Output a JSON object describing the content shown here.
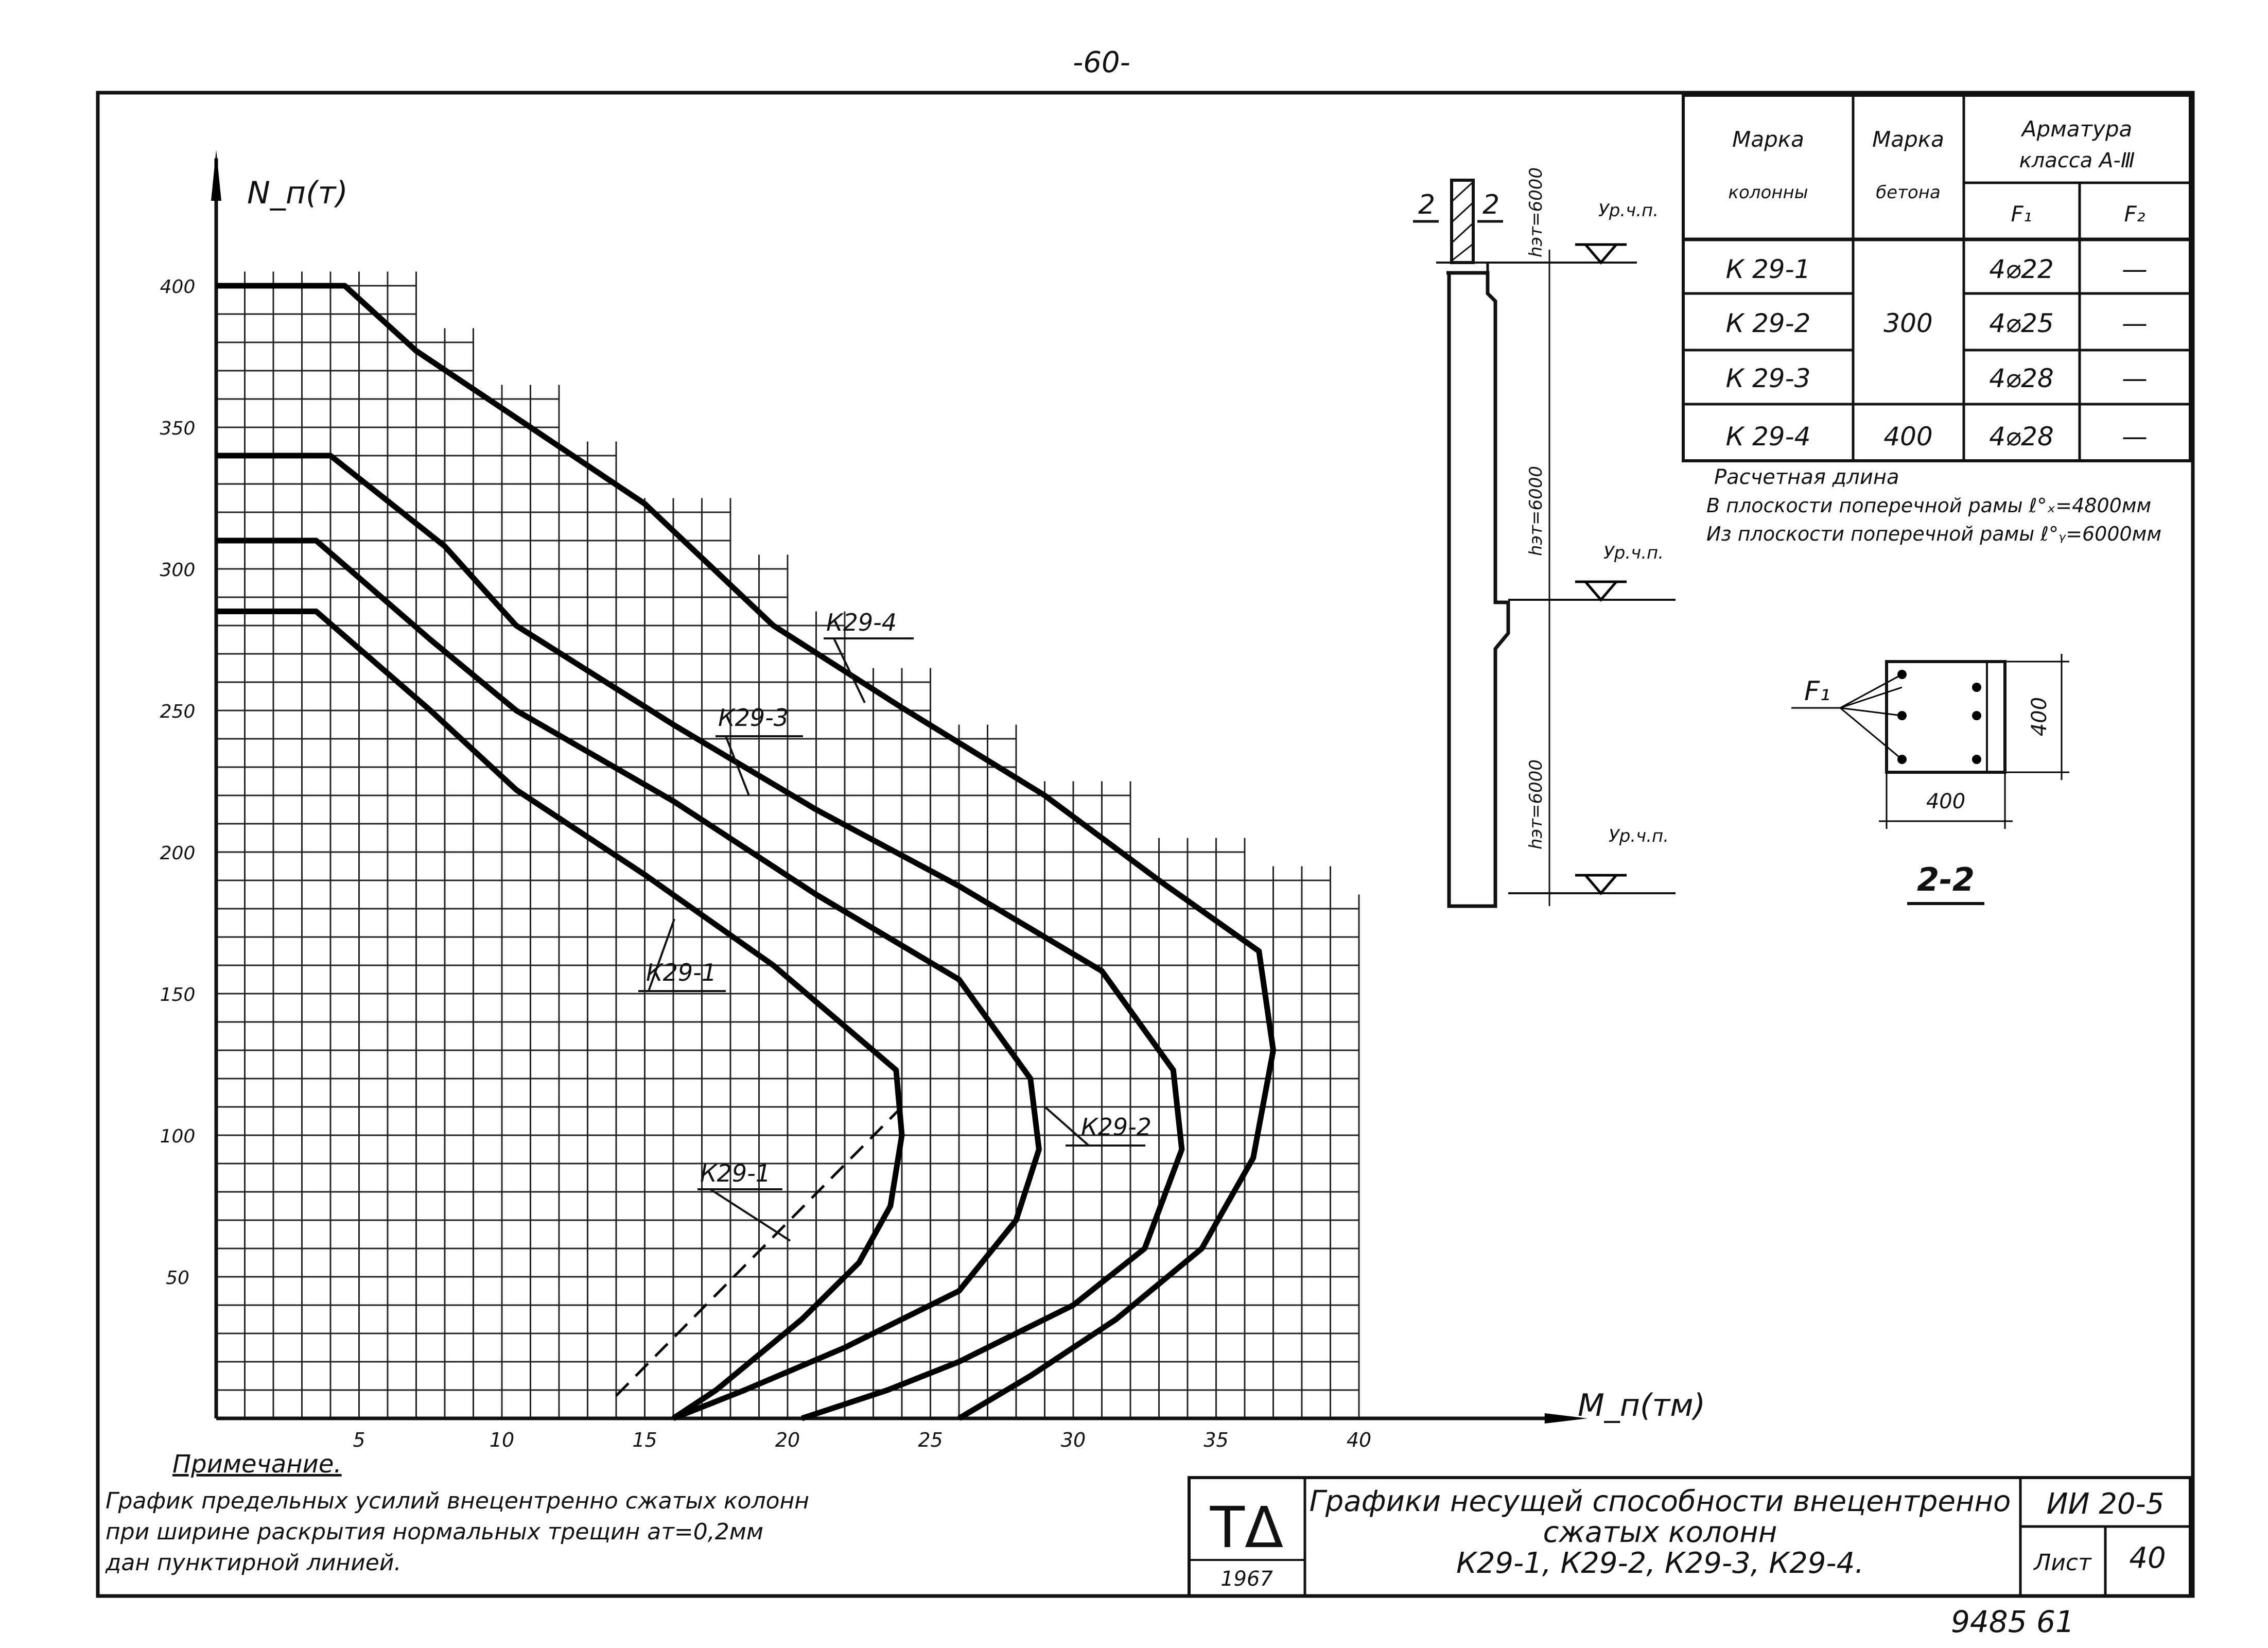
{
  "page_number": "-60-",
  "chart_data": {
    "type": "line",
    "title": "",
    "xlabel": "M_п(тм)",
    "ylabel": "N_п(т)",
    "xlim": [
      0,
      40
    ],
    "ylim": [
      0,
      400
    ],
    "x_ticks": [
      "5",
      "10",
      "15",
      "20",
      "25",
      "30",
      "35",
      "40"
    ],
    "y_ticks": [
      "400",
      "350",
      "300",
      "250",
      "200",
      "150",
      "100",
      "50"
    ],
    "grid": true,
    "series": [
      {
        "name": "К29-4",
        "style": "solid",
        "x": [
          0,
          4.5,
          7,
          11,
          15,
          19.5,
          24,
          29,
          33,
          36.5,
          37,
          36.3,
          34.5,
          31.5,
          28.5,
          26
        ],
        "y": [
          400,
          400,
          377,
          350,
          323,
          280,
          251,
          220,
          190,
          165,
          130,
          92,
          60,
          35,
          15,
          0
        ]
      },
      {
        "name": "К29-3",
        "style": "solid",
        "x": [
          0,
          4,
          8,
          10.5,
          16,
          21,
          26,
          31,
          33.5,
          33.8,
          32.5,
          30,
          26,
          23.5,
          20.5
        ],
        "y": [
          340,
          340,
          308,
          280,
          245,
          215,
          188,
          158,
          123,
          95,
          60,
          40,
          20,
          10,
          0
        ]
      },
      {
        "name": "К29-2",
        "style": "solid",
        "x": [
          0,
          3.5,
          7.5,
          10.5,
          16,
          21,
          26,
          28.5,
          28.8,
          28,
          26,
          22,
          18.5,
          16
        ],
        "y": [
          310,
          310,
          275,
          250,
          218,
          185,
          155,
          120,
          95,
          70,
          45,
          25,
          10,
          0
        ]
      },
      {
        "name": "К29-1",
        "style": "solid",
        "x": [
          0,
          3.5,
          7.5,
          10.5,
          15,
          19.5,
          23.8,
          24,
          23.6,
          22.5,
          20.5,
          17.5,
          16
        ],
        "y": [
          285,
          285,
          250,
          222,
          192,
          160,
          123,
          100,
          75,
          55,
          35,
          10,
          0
        ]
      },
      {
        "name": "К29-1",
        "style": "dashed",
        "x": [
          14,
          24
        ],
        "y": [
          8,
          110
        ]
      }
    ]
  },
  "section_elevation": {
    "cut_label_left": "2",
    "cut_label_right": "2",
    "level_1": "Ур.ч.п.",
    "level_2": "Ур.ч.п.",
    "level_3": "Ур.ч.п.",
    "height_top": "hэт=6000",
    "height_mid": "hэт=6000",
    "height_bot": "hэт=6000"
  },
  "table": {
    "head_col1_l1": "Марка",
    "head_col1_l2": "колонны",
    "head_col2_l1": "Марка",
    "head_col2_l2": "бетона",
    "head_arm_l1": "Арматура",
    "head_arm_l2": "класса А-Ⅲ",
    "head_f1": "F₁",
    "head_f2": "F₂",
    "rows": [
      {
        "mark": "К 29-1",
        "concrete": "",
        "f1": "4⌀22",
        "f2": "—"
      },
      {
        "mark": "К 29-2",
        "concrete": "300",
        "f1": "4⌀25",
        "f2": "—"
      },
      {
        "mark": "К 29-3",
        "concrete": "",
        "f1": "4⌀28",
        "f2": "—"
      },
      {
        "mark": "К 29-4",
        "concrete": "400",
        "f1": "4⌀28",
        "f2": "—"
      }
    ]
  },
  "design_length": {
    "title": "Расчетная длина",
    "line1": "В плоскости поперечной рамы ℓ°ₓ=4800мм",
    "line2": "Из плоскости поперечной рамы ℓ°ᵧ=6000мм"
  },
  "cross_section": {
    "rebar_label": "F₁",
    "width": "400",
    "height": "400",
    "title": "2-2"
  },
  "note": {
    "title": "Примечание.",
    "line1": "График предельных усилий внецентренно сжатых колонн",
    "line2": "при ширине раскрытия нормальных трещин aт=0,2мм",
    "line3": "дан пунктирной линией."
  },
  "title_block": {
    "logo": "ТΔ",
    "year": "1967",
    "title_l1": "Графики несущей способности внецентренно",
    "title_l2": "сжатых колонн",
    "title_l3": "К29-1, К29-2, К29-3, К29-4.",
    "code": "ИИ 20-5",
    "sheet_label": "Лист",
    "sheet_no": "40"
  },
  "stamp": "9485 61"
}
